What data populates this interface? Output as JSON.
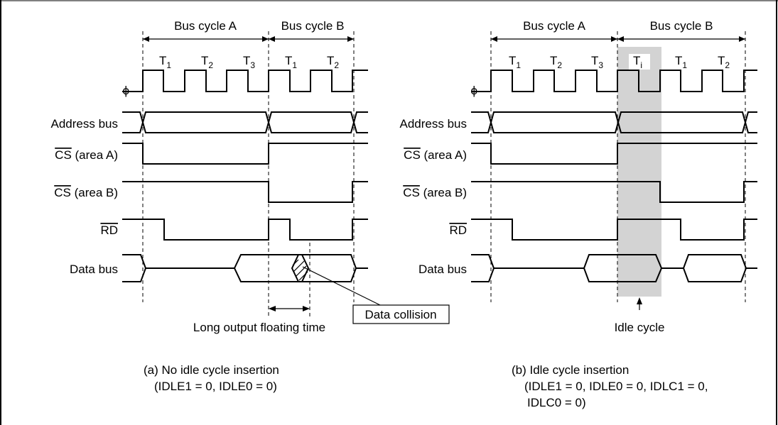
{
  "signals": {
    "phi": "ϕ",
    "address_bus": "Address bus",
    "cs": "CS",
    "cs_area_a_suffix": " (area A)",
    "cs_area_b_suffix": " (area B)",
    "rd": "RD",
    "data_bus": "Data bus"
  },
  "panel_a": {
    "bus_cycle_a": "Bus cycle A",
    "bus_cycle_b": "Bus cycle B",
    "states": [
      {
        "main": "T",
        "sub": "1"
      },
      {
        "main": "T",
        "sub": "2"
      },
      {
        "main": "T",
        "sub": "3"
      },
      {
        "main": "T",
        "sub": "1"
      },
      {
        "main": "T",
        "sub": "2"
      }
    ],
    "collision_label": "Data collision",
    "floating_label": "Long output floating time",
    "caption_line1": "(a) No idle cycle insertion",
    "caption_line2": "(IDLE1 = 0, IDLE0 = 0)"
  },
  "panel_b": {
    "bus_cycle_a": "Bus cycle A",
    "bus_cycle_b": "Bus cycle B",
    "states": [
      {
        "main": "T",
        "sub": "1"
      },
      {
        "main": "T",
        "sub": "2"
      },
      {
        "main": "T",
        "sub": "3"
      },
      {
        "main": "T",
        "sub": "i"
      },
      {
        "main": "T",
        "sub": "1"
      },
      {
        "main": "T",
        "sub": "2"
      }
    ],
    "idle_label": "Idle cycle",
    "caption_line1": "(b) Idle cycle insertion",
    "caption_line2": "(IDLE1 = 0, IDLE0 = 0, IDLC1 = 0,",
    "caption_line3": "IDLC0 = 0)"
  },
  "colors": {
    "idle_shade": "#d3d3d3",
    "frame": "#000000"
  }
}
